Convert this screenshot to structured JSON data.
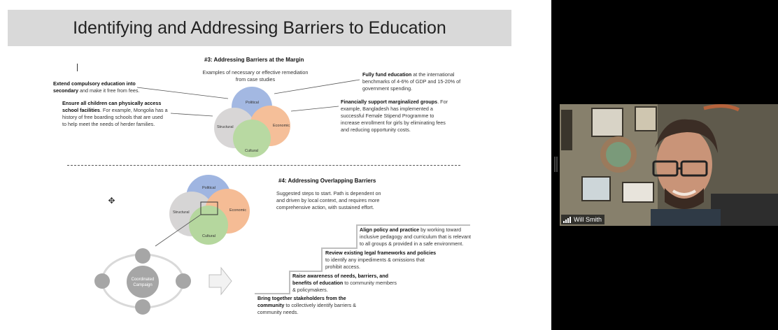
{
  "slide": {
    "title": "Identifying and Addressing Barriers to Education",
    "section3": {
      "heading": "#3: Addressing Barriers at the Margin",
      "subtitle_line1": "Examples of necessary or effective remediation",
      "subtitle_line2": "from case studies",
      "left1": {
        "bold1": "Extend compulsory education into",
        "bold2": "secondary",
        "rest": " and make it free from fees."
      },
      "left2": {
        "bold1": "Ensure all children can physically access",
        "bold2": "school facilities",
        "rest1": ". For example, Mongolia has a",
        "line3": "history of free boarding schools that are used",
        "line4": "to help meet the needs of herder families."
      },
      "right1": {
        "bold": "Fully fund education",
        "rest1": " at the international",
        "line2": "benchmarks of 4-6% of GDP and 15-20% of",
        "line3": "government spending."
      },
      "right2": {
        "bold": "Financially support marginalized groups",
        "rest1": ". For",
        "line2": "example, Bangladesh has implemented a",
        "line3": "successful Female Stipend Programme to",
        "line4": "increase enrollment for girls by eliminating fees",
        "line5": "and reducing opportunity costs."
      },
      "venn": {
        "political": "Political",
        "structural": "Structural",
        "economic": "Economic",
        "cultural": "Cultural"
      }
    },
    "section4": {
      "heading": "#4: Addressing Overlapping Barriers",
      "desc_line1": "Suggested steps to start. Path is dependent on",
      "desc_line2": "and driven by local context, and requires more",
      "desc_line3": "comprehensive action, with sustained effort.",
      "venn": {
        "political": "Political",
        "structural": "Structural",
        "economic": "Economic",
        "cultural": "Cultural"
      },
      "campaign_line1": "Coordinated",
      "campaign_line2": "Campaign",
      "steps": [
        {
          "bold1": "Align policy and practice",
          "rest1": " by working toward",
          "line2": "inclusive pedagogy and curriculum that is relevant",
          "line3": "to all groups & provided in a safe environment."
        },
        {
          "bold1": "Review existing legal frameworks and policies",
          "line2": "to identify any impediments & omissions that",
          "line3": "prohibit access."
        },
        {
          "bold1": "Raise awareness of needs, barriers, and",
          "bold2": "benefits of education",
          "rest2": " to community members",
          "line3": "& policymakers."
        },
        {
          "bold1": "Bring together stakeholders from the",
          "bold2": "community",
          "rest2": " to collectively identify barriers &",
          "line3": "community needs."
        }
      ]
    }
  },
  "video": {
    "participant_name": "Will Smith"
  },
  "colors": {
    "political": "#8fa9dc",
    "economic": "#f4b183",
    "cultural": "#a9d18e",
    "structural": "#d0cece",
    "campaign": "#a6a6a6"
  }
}
